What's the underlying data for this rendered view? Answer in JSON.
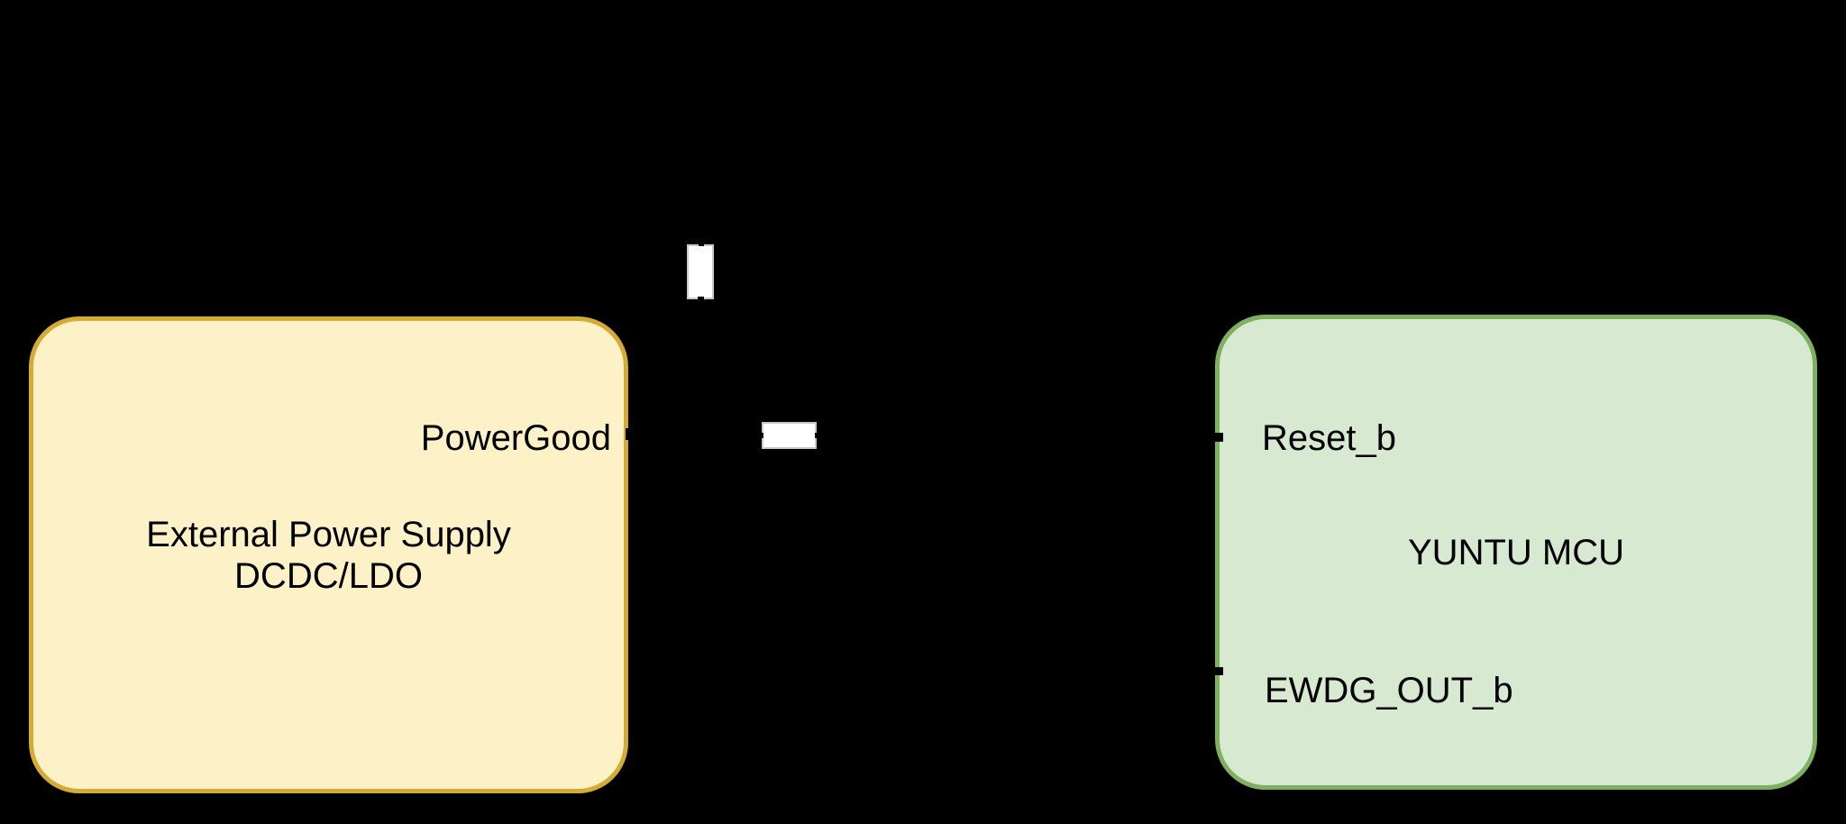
{
  "canvas": {
    "background": "#000000",
    "text_color": "#000000"
  },
  "blocks": {
    "power_supply": {
      "label_line1": "External Power Supply",
      "label_line2": "DCDC/LDO",
      "pins": {
        "powergood": "PowerGood"
      },
      "fill": "#FCF1C7",
      "stroke": "#D4AB33"
    },
    "mcu": {
      "label": "YUNTU MCU",
      "pins": {
        "reset": "Reset_b",
        "ewdg_out": "EWDG_OUT_b"
      },
      "fill": "#D8E9D2",
      "stroke": "#7DB15F"
    }
  },
  "components": {
    "pullup_resistor_icon": "vertical-white-rectangle",
    "series_resistor_icon": "horizontal-white-rectangle",
    "component_fill": "#FFFFFF",
    "wire_color": "#000000"
  }
}
